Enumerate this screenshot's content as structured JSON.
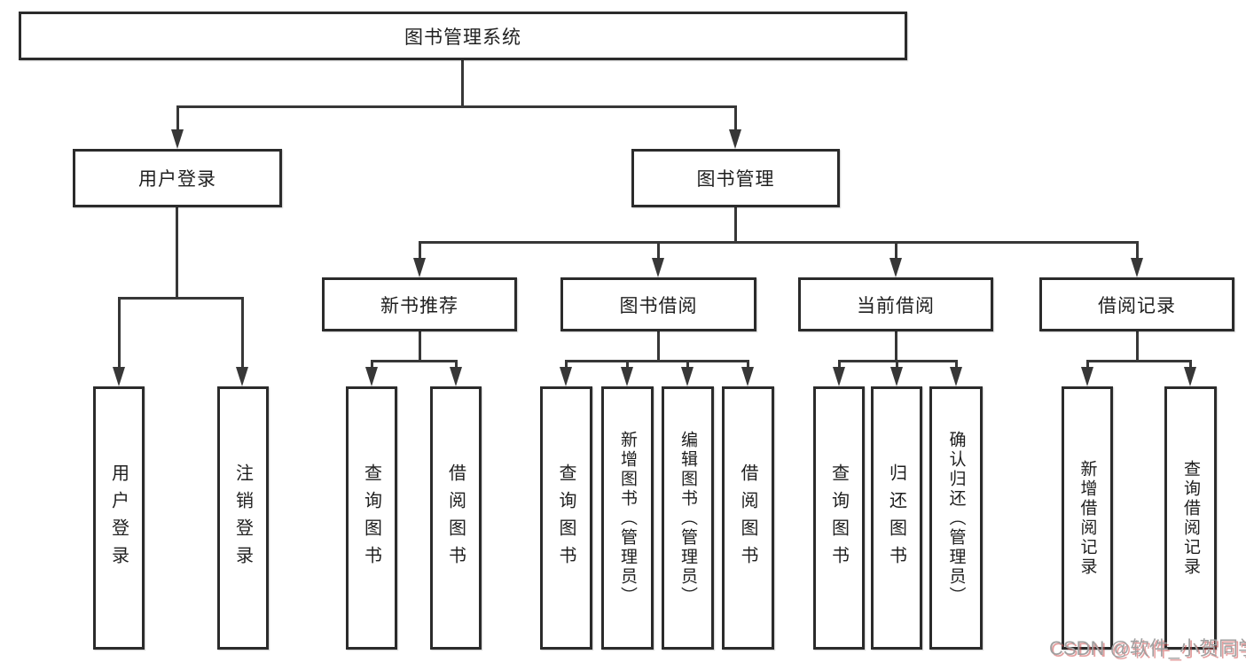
{
  "tree": {
    "root": "图书管理系统",
    "branches": [
      {
        "label": "用户登录",
        "children": [
          "用户登录",
          "注销登录"
        ]
      },
      {
        "label": "图书管理",
        "groups": [
          {
            "label": "新书推荐",
            "children": [
              "查询图书",
              "借阅图书"
            ]
          },
          {
            "label": "图书借阅",
            "children": [
              "查询图书",
              "新增图书（管理员）",
              "编辑图书（管理员）",
              "借阅图书"
            ]
          },
          {
            "label": "当前借阅",
            "children": [
              "查询图书",
              "归还图书",
              "确认归还（管理员）"
            ]
          },
          {
            "label": "借阅记录",
            "children": [
              "新增借阅记录",
              "查询借阅记录"
            ]
          }
        ]
      }
    ]
  },
  "watermark": "CSDN @软件_小贺同学",
  "colors": {
    "line": "#373737",
    "box_border": "#2b2b2b",
    "text": "#1f1f1f",
    "watermark_gray": "#a0a0a0",
    "watermark_red": "#cd5050"
  }
}
